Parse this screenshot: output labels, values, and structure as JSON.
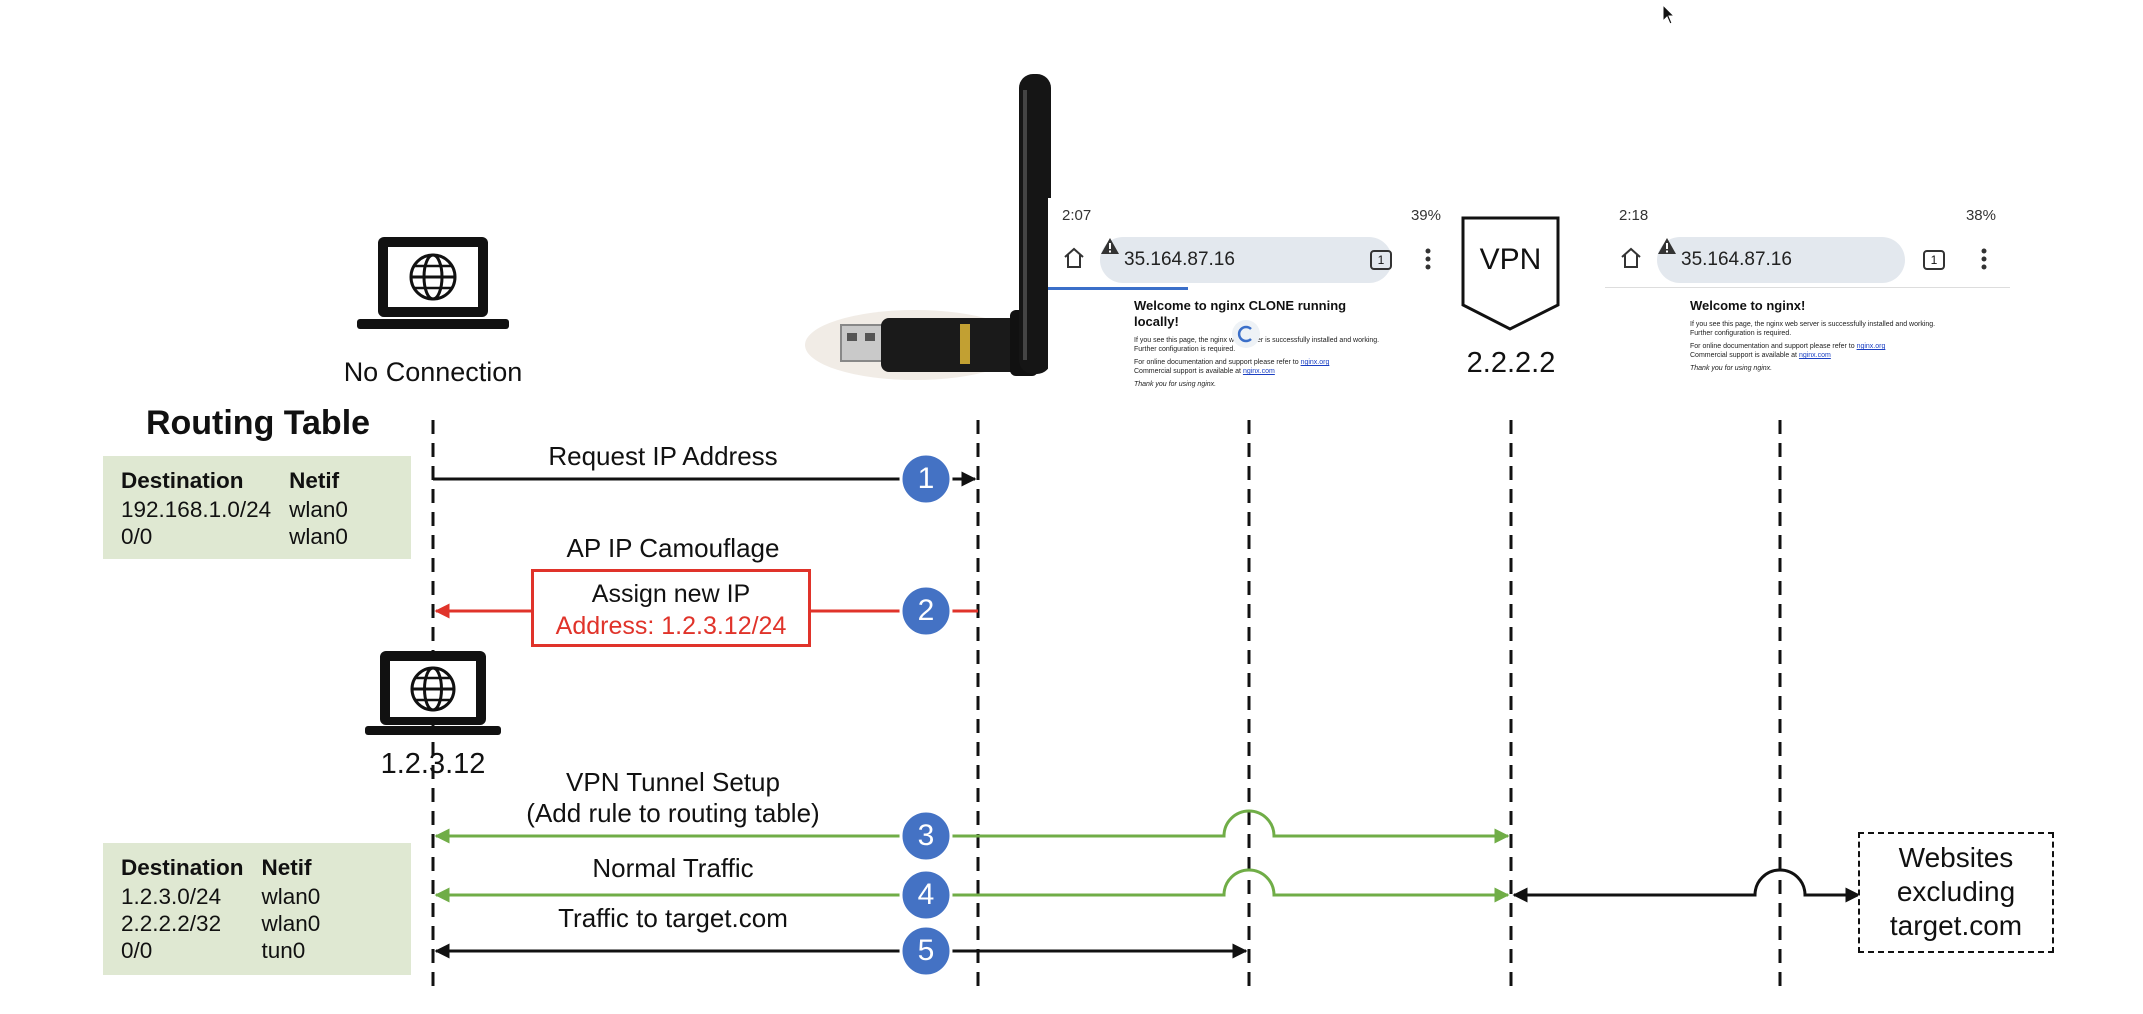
{
  "routing_table_title": "Routing Table",
  "table1": {
    "headers": [
      "Destination",
      "Netif"
    ],
    "rows": [
      [
        "192.168.1.0/24",
        "wlan0"
      ],
      [
        "0/0",
        "wlan0"
      ]
    ]
  },
  "table2": {
    "headers": [
      "Destination",
      "Netif"
    ],
    "rows": [
      [
        "1.2.3.0/24",
        "wlan0"
      ],
      [
        "2.2.2.2/32",
        "wlan0"
      ],
      [
        "0/0",
        "tun0"
      ]
    ]
  },
  "laptop1_label": "No Connection",
  "laptop2_label": "1.2.3.12",
  "vpn": {
    "label": "VPN",
    "address": "2.2.2.2"
  },
  "websites_box": [
    "Websites",
    "excluding",
    "target.com"
  ],
  "steps": [
    {
      "number": "1",
      "label": "Request IP Address"
    },
    {
      "number": "2",
      "label": "AP IP Camouflage",
      "box_line1": "Assign new IP",
      "box_line2": "Address: 1.2.3.12/24"
    },
    {
      "number": "3",
      "label_line1": "VPN Tunnel Setup",
      "label_line2": "(Add rule to routing table)"
    },
    {
      "number": "4",
      "label": "Normal Traffic"
    },
    {
      "number": "5",
      "label": "Traffic to target.com"
    }
  ],
  "phone1": {
    "time": "2:07",
    "battery": "39%",
    "url": "35.164.87.16",
    "tab_count": "1",
    "heading": "Welcome to nginx CLONE running locally!",
    "line1": "If you see this page, the nginx web server is successfully installed and working. Further configuration is required.",
    "line2a": "For online documentation and support please refer to ",
    "link1": "nginx.org",
    "line2b": "Commercial support is available at ",
    "link2": "nginx.com",
    "thanks": "Thank you for using nginx."
  },
  "phone2": {
    "time": "2:18",
    "battery": "38%",
    "url": "35.164.87.16",
    "tab_count": "1",
    "heading": "Welcome to nginx!",
    "line1": "If you see this page, the nginx web server is successfully installed and working. Further configuration is required.",
    "line2a": "For online documentation and support please refer to ",
    "link1": "nginx.org",
    "line2b": "Commercial support is available at ",
    "link2": "nginx.com",
    "thanks": "Thank you for using nginx."
  },
  "colors": {
    "black_arrow": "#111111",
    "red_arrow": "#e0332a",
    "green_arrow": "#70ad47",
    "step_circle": "#4472c4",
    "table_bg": "#dfe8d2"
  },
  "icons": [
    "laptop-globe-icon",
    "wifi-usb-adapter-icon",
    "vpn-shield-icon",
    "home-icon",
    "warning-icon",
    "menu-dots-icon",
    "loading-spinner-icon"
  ]
}
